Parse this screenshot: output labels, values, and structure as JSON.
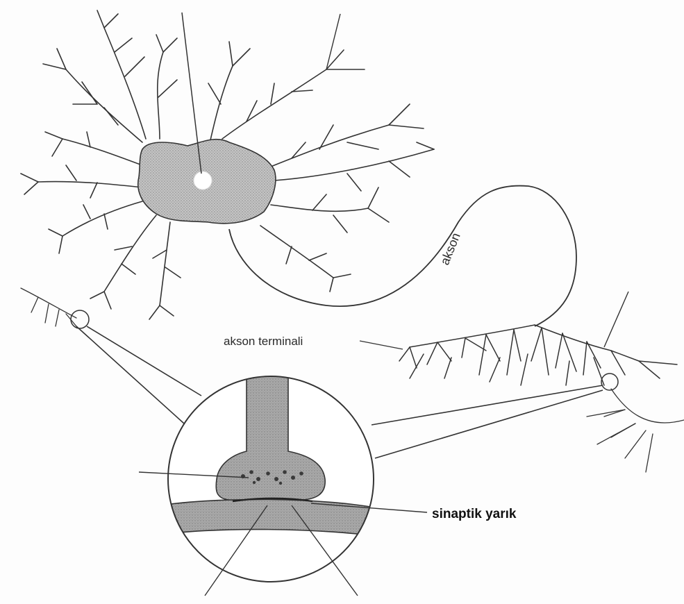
{
  "labels": {
    "axon": "akson",
    "axon_terminal": "akson terminali",
    "synaptic_cleft": "sinaptik yarık"
  },
  "colors": {
    "line": "#333333",
    "cell_body_fill": "#b5b5b5",
    "synapse_fill": "#a9a9a9",
    "membrane_fill": "#9c9c9c",
    "nucleus": "#ffffff"
  }
}
